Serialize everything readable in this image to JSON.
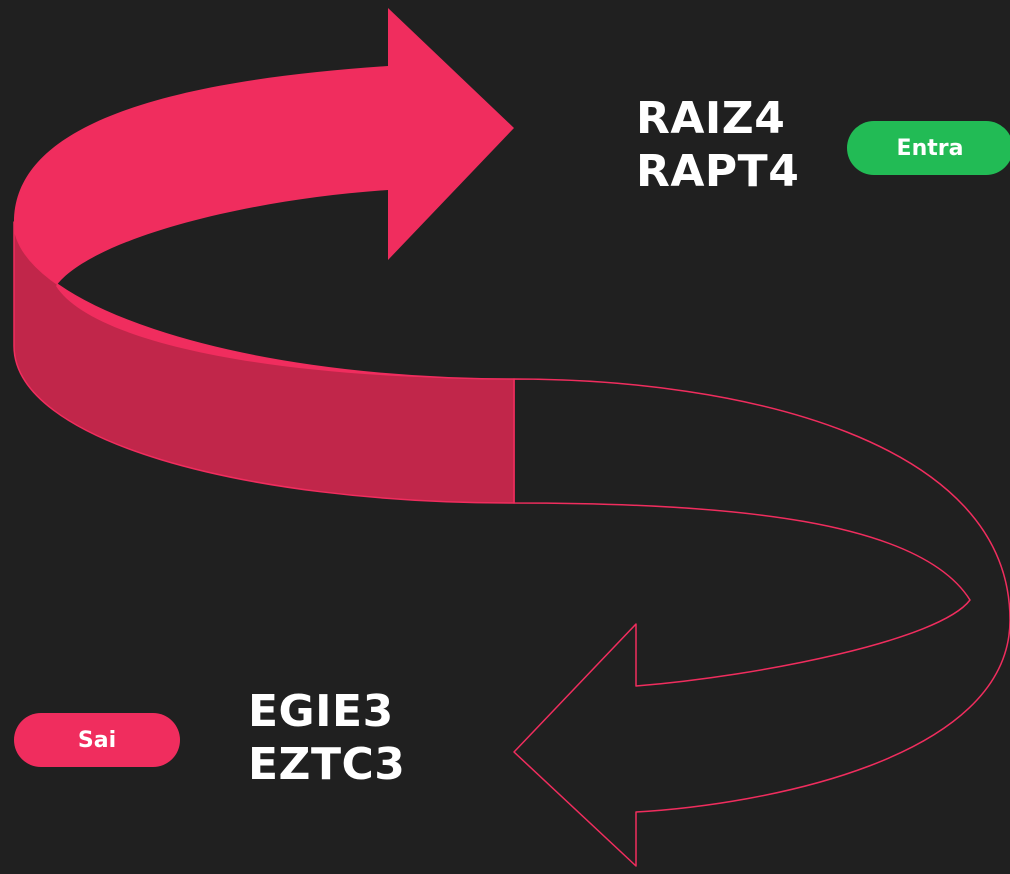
{
  "colors": {
    "background": "#202020",
    "arrow_in": "#f02d5e",
    "arrow_in_side": "#c1264a",
    "arrow_out_outline": "#f02d5e",
    "badge_in": "#22bb55",
    "badge_out": "#f02d5e",
    "text": "#ffffff"
  },
  "entering": {
    "badge_label": "Entra",
    "tickers": [
      "RAIZ4",
      "RAPT4"
    ]
  },
  "leaving": {
    "badge_label": "Sai",
    "tickers": [
      "EGIE3",
      "EZTC3"
    ]
  }
}
